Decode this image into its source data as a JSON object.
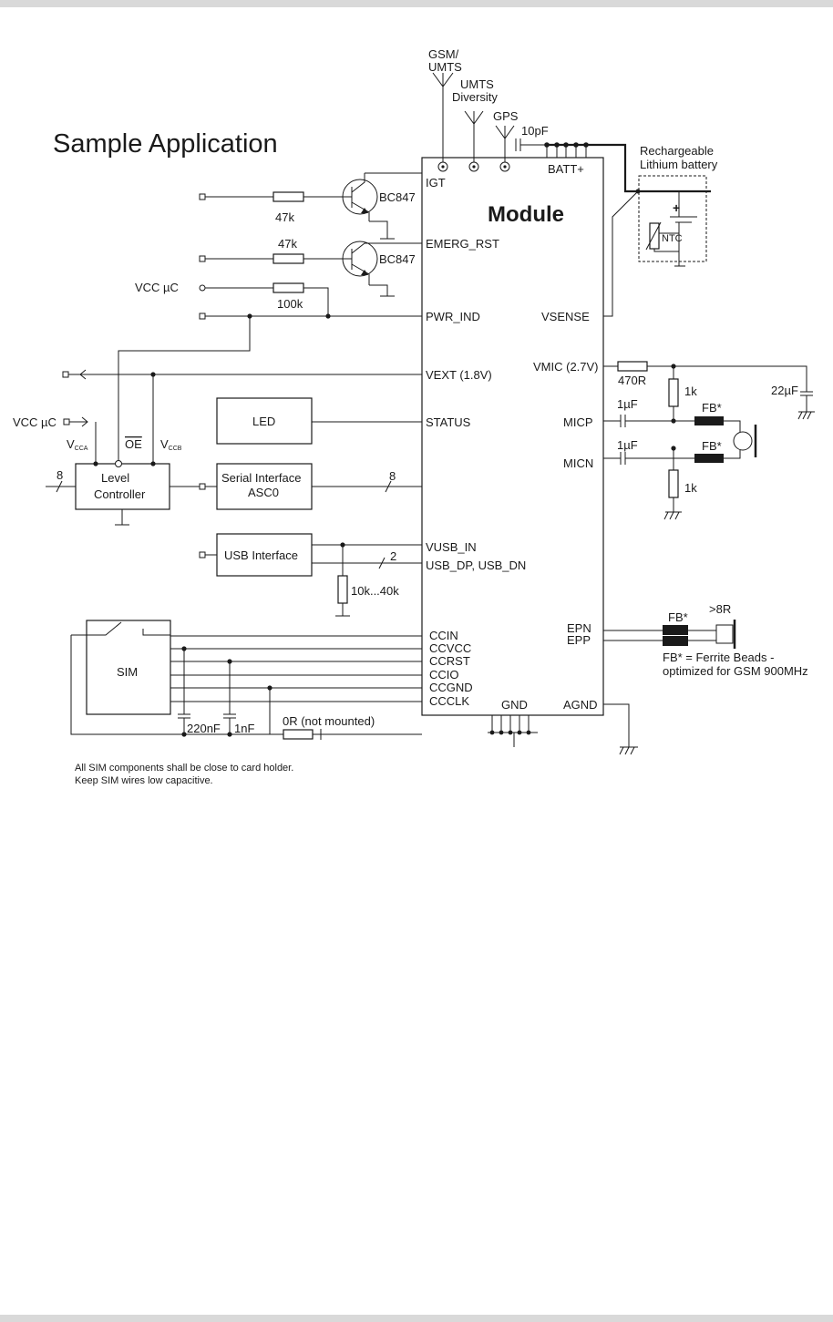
{
  "title": "Sample Application",
  "module": {
    "name": "Module",
    "left_pins": [
      "IGT",
      "EMERG_RST",
      "PWR_IND",
      "VEXT (1.8V)",
      "STATUS",
      "VUSB_IN",
      "USB_DP, USB_DN",
      "CCIN",
      "CCVCC",
      "CCRST",
      "CCIO",
      "CCGND",
      "CCCLK"
    ],
    "right_pins": [
      "BATT+",
      "VSENSE",
      "VMIC (2.7V)",
      "MICP",
      "MICN",
      "EPN",
      "EPP",
      "AGND"
    ],
    "bottom_pin": "GND"
  },
  "antennas": {
    "gsm": "GSM/\nUMTS",
    "gsm_l1": "GSM/",
    "gsm_l2": "UMTS",
    "div_l1": "UMTS",
    "div_l2": "Diversity",
    "gps": "GPS"
  },
  "components": {
    "cap_10pf": "10pF",
    "battery_l1": "Rechargeable",
    "battery_l2": "Lithium battery",
    "battery_plus": "+",
    "ntc": "NTC",
    "r_47k_1": "47k",
    "r_47k_2": "47k",
    "r_100k": "100k",
    "transistor_1": "BC847",
    "transistor_2": "BC847",
    "vcc_uc_1": "VCC µC",
    "vcc_uc_2": "VCC µC",
    "vcca": "V",
    "vcca_sub": "CCA",
    "oe": "OE",
    "vccb": "V",
    "vccb_sub": "CCB",
    "bus_8_left": "8",
    "bus_8_right": "8",
    "bus_2": "2",
    "led": "LED",
    "level_l1": "Level",
    "level_l2": "Controller",
    "serial_l1": "Serial Interface",
    "serial_l2": "ASC0",
    "usb": "USB Interface",
    "r_usb": "10k...40k",
    "sim": "SIM",
    "c_220nf": "220nF",
    "c_1nf": "1nF",
    "r_0r": "0R (not mounted)",
    "r_470r": "470R",
    "r_1k_1": "1k",
    "r_1k_2": "1k",
    "c_22uf": "22µF",
    "c_1uf_1": "1µF",
    "c_1uf_2": "1µF",
    "fb_1": "FB*",
    "fb_2": "FB*",
    "fb_3": "FB*",
    "speaker": ">8R",
    "fb_note_l1": "FB* = Ferrite Beads -",
    "fb_note_l2": "optimized for GSM 900MHz"
  },
  "notes": [
    "All SIM components shall be close to card holder.",
    "Keep SIM wires low capacitive."
  ]
}
